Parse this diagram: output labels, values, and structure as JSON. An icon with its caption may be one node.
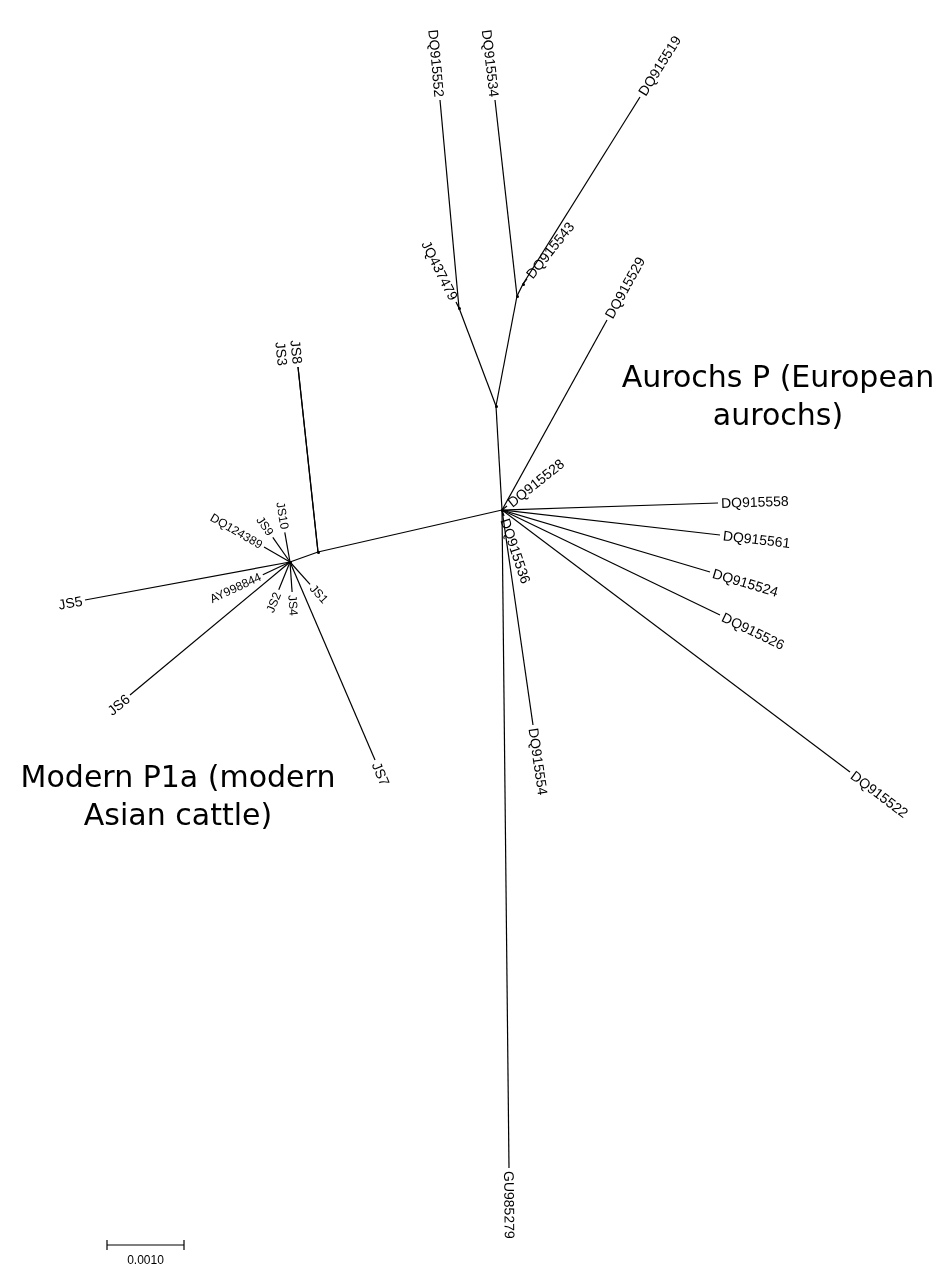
{
  "diagram": {
    "nodes": [
      {
        "text": [
          "DQ915552"
        ]
      },
      {
        "text": [
          "DQ915534"
        ]
      },
      {
        "text": [
          "DQ915519"
        ]
      },
      {
        "text": [
          "DQ915543"
        ]
      },
      {
        "text": [
          "JQ437479"
        ]
      },
      {
        "text": [
          "DQ915529"
        ]
      },
      {
        "text": [
          "JS8"
        ]
      },
      {
        "text": [
          "JS3"
        ]
      },
      {
        "text": [
          "DQ915528"
        ]
      },
      {
        "text": [
          "DQ915558"
        ]
      },
      {
        "text": [
          "DQ915561"
        ]
      },
      {
        "text": [
          "DQ915524"
        ]
      },
      {
        "text": [
          "DQ915526"
        ]
      },
      {
        "text": [
          "DQ124389"
        ]
      },
      {
        "text": [
          "JS10"
        ]
      },
      {
        "text": [
          "JS9"
        ]
      },
      {
        "text": [
          "AY998844"
        ]
      },
      {
        "text": [
          "JS2"
        ]
      },
      {
        "text": [
          "JS4"
        ]
      },
      {
        "text": [
          "JS1"
        ]
      },
      {
        "text": [
          "DQ915536"
        ]
      },
      {
        "text": [
          "JS5"
        ]
      },
      {
        "text": [
          "JS6"
        ]
      },
      {
        "text": [
          "DQ915554"
        ]
      },
      {
        "text": [
          "JS7"
        ]
      },
      {
        "text": [
          "DQ915522"
        ]
      },
      {
        "text": [
          "GU985279"
        ]
      },
      {
        "text": [],
        "shape": "point"
      },
      {
        "text": [],
        "shape": "point"
      },
      {
        "text": [],
        "shape": "point"
      },
      {
        "text": [],
        "shape": "point"
      },
      {
        "text": [],
        "shape": "point"
      },
      {
        "text": [],
        "shape": "point"
      },
      {
        "text": [],
        "shape": "point"
      }
    ],
    "edges": [
      {
        "from": 31,
        "to": 30,
        "arrow": "none"
      },
      {
        "from": 30,
        "to": 29,
        "arrow": "none"
      },
      {
        "from": 29,
        "to": 4,
        "arrow": "none"
      },
      {
        "from": 29,
        "to": 0,
        "arrow": "none"
      },
      {
        "from": 30,
        "to": 28,
        "arrow": "none"
      },
      {
        "from": 28,
        "to": 1,
        "arrow": "none"
      },
      {
        "from": 28,
        "to": 27,
        "arrow": "none"
      },
      {
        "from": 27,
        "to": 3,
        "arrow": "none"
      },
      {
        "from": 27,
        "to": 2,
        "arrow": "none"
      },
      {
        "from": 31,
        "to": 5,
        "arrow": "none"
      },
      {
        "from": 31,
        "to": 8,
        "arrow": "none"
      },
      {
        "from": 31,
        "to": 9,
        "arrow": "none"
      },
      {
        "from": 31,
        "to": 10,
        "arrow": "none"
      },
      {
        "from": 31,
        "to": 11,
        "arrow": "none"
      },
      {
        "from": 31,
        "to": 12,
        "arrow": "none"
      },
      {
        "from": 31,
        "to": 25,
        "arrow": "none"
      },
      {
        "from": 31,
        "to": 20,
        "arrow": "none"
      },
      {
        "from": 31,
        "to": 23,
        "arrow": "none"
      },
      {
        "from": 31,
        "to": 26,
        "arrow": "none"
      },
      {
        "from": 31,
        "to": 32,
        "arrow": "none"
      },
      {
        "from": 32,
        "to": 6,
        "arrow": "none"
      },
      {
        "from": 32,
        "to": 7,
        "arrow": "none"
      },
      {
        "from": 32,
        "to": 33,
        "arrow": "none"
      },
      {
        "from": 33,
        "to": 21,
        "arrow": "none"
      },
      {
        "from": 33,
        "to": 22,
        "arrow": "none"
      },
      {
        "from": 33,
        "to": 24,
        "arrow": "none"
      },
      {
        "from": 33,
        "to": 13,
        "arrow": "none"
      },
      {
        "from": 33,
        "to": 14,
        "arrow": "none"
      },
      {
        "from": 33,
        "to": 15,
        "arrow": "none"
      },
      {
        "from": 33,
        "to": 16,
        "arrow": "none"
      },
      {
        "from": 33,
        "to": 17,
        "arrow": "none"
      },
      {
        "from": 33,
        "to": 18,
        "arrow": "none"
      },
      {
        "from": 33,
        "to": 19,
        "arrow": "none"
      }
    ],
    "labels": [
      "Aurochs P (European aurochs)",
      "Modern P1a (modern Asian cattle)",
      "0.0010"
    ]
  }
}
